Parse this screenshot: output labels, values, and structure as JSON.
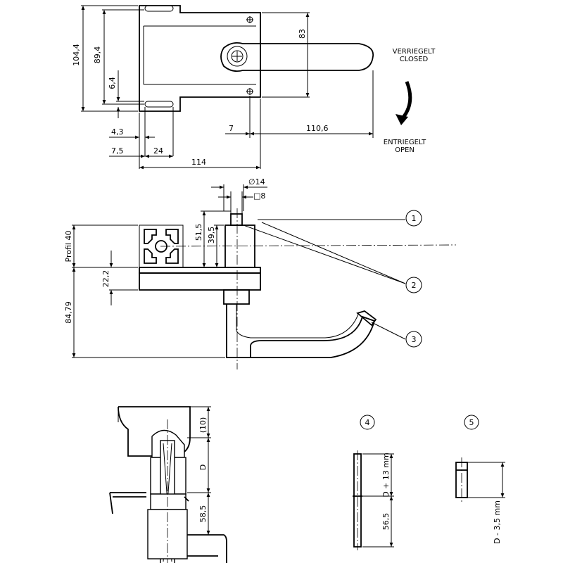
{
  "top_view": {
    "dim_height_total": "104,4",
    "dim_height_holes": "89,4",
    "dim_slot": "6,4",
    "dim_right": "83",
    "dim_43": "4,3",
    "dim_75": "7,5",
    "dim_24": "24",
    "dim_7": "7",
    "dim_1106": "110,6",
    "dim_114": "114",
    "label_closed_de": "VERRIEGELT",
    "label_closed_en": "CLOSED",
    "label_open_de": "ENTRIEGELT",
    "label_open_en": "OPEN"
  },
  "side_view": {
    "dim_dia14": "∅14",
    "dim_sq8": "□8",
    "dim_515": "51,5",
    "dim_395": "39,5",
    "dim_profil": "Profil 40",
    "dim_222": "22,2",
    "dim_8479": "84,79",
    "callout_1": "1",
    "callout_2": "2",
    "callout_3": "3"
  },
  "section_view": {
    "dim_10": "(10)",
    "dim_D": "D",
    "dim_585": "58,5"
  },
  "part_4": {
    "callout": "4",
    "dim_top": "D + 13 mm",
    "dim_bottom": "56,5"
  },
  "part_5": {
    "callout": "5",
    "dim": "D - 3,5 mm"
  }
}
